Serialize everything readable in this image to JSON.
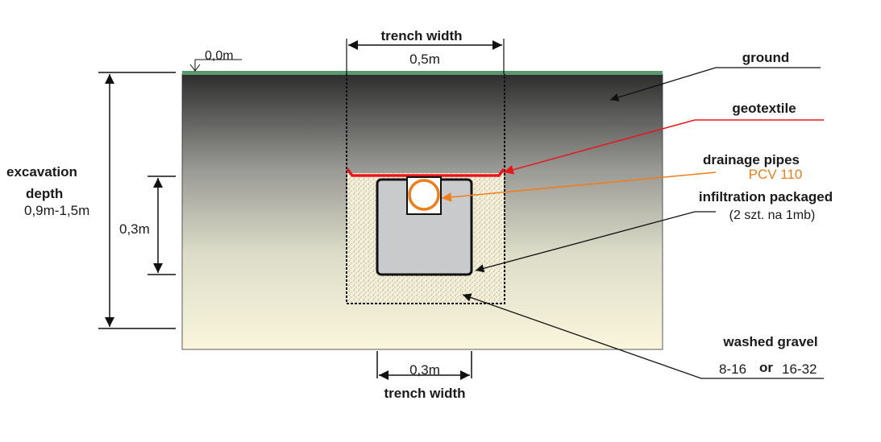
{
  "labels": {
    "trench_width_top_title": "trench width",
    "trench_width_top_value": "0,5m",
    "ground_level": "0,0m",
    "excavation_depth_line1": "excavation",
    "excavation_depth_line2": "depth",
    "excavation_depth_value": "0,9m-1,5m",
    "package_height": "0,3m",
    "ground": "ground",
    "geotextile": "geotextile",
    "drainage_pipes": "drainage pipes",
    "pipe_type": "PCV 110",
    "infiltration_packaged": "infiltration packaged",
    "infiltration_qty": "(2 szt. na 1mb)",
    "washed_gravel": "washed gravel",
    "gravel_size_a": "8-16",
    "gravel_or": "or",
    "gravel_size_b": "16-32",
    "trench_width_bottom_value": "0,3m",
    "trench_width_bottom_title": "trench width"
  },
  "colors": {
    "grass": "#5b9a6e",
    "soil_top": "#2e2e2e",
    "soil_bottom": "#f8f5dc",
    "geotextile": "#e8161b",
    "pipe": "#ef7d1a",
    "pipe_label": "#ef7d1a",
    "package": "#c9cacb",
    "gravel": "#f3eed6"
  }
}
